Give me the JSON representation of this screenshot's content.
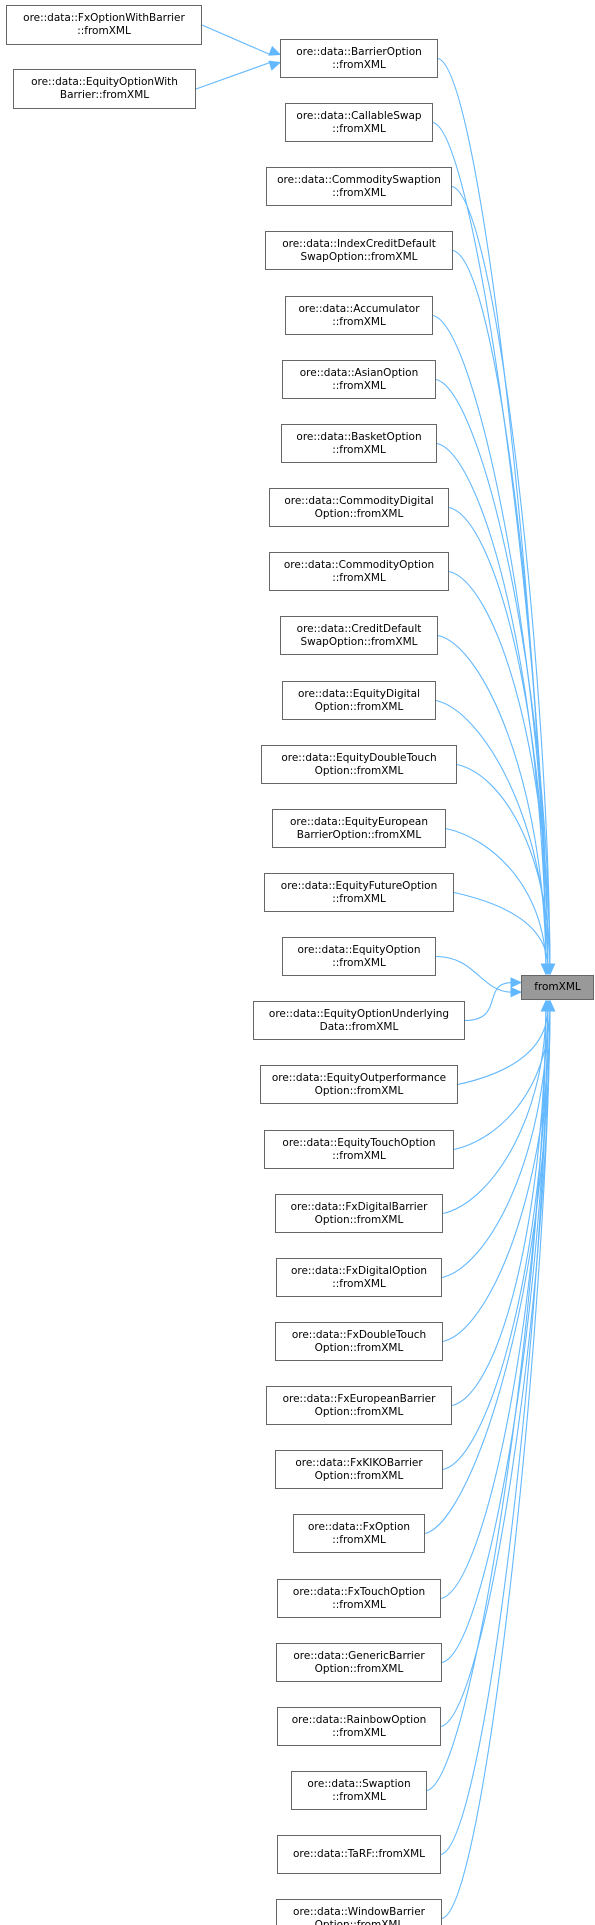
{
  "colors": {
    "edge": "#63b8ff",
    "node_border": "#666666",
    "node_fill": "#ffffff",
    "root_fill": "#999999"
  },
  "root": {
    "lines": [
      "fromXML"
    ]
  },
  "level2": [
    {
      "id": "fxoptwithbarrier",
      "lines": [
        "ore::data::FxOptionWithBarrier",
        "::fromXML"
      ]
    },
    {
      "id": "eqoptwithbarrier",
      "lines": [
        "ore::data::EquityOptionWith",
        "Barrier::fromXML"
      ]
    }
  ],
  "callers": [
    {
      "id": "barrieroption",
      "lines": [
        "ore::data::BarrierOption",
        "::fromXML"
      ]
    },
    {
      "id": "callableswap",
      "lines": [
        "ore::data::CallableSwap",
        "::fromXML"
      ]
    },
    {
      "id": "commodityswaption",
      "lines": [
        "ore::data::CommoditySwaption",
        "::fromXML"
      ]
    },
    {
      "id": "indexcreditdefaultswapoption",
      "lines": [
        "ore::data::IndexCreditDefault",
        "SwapOption::fromXML"
      ]
    },
    {
      "id": "accumulator",
      "lines": [
        "ore::data::Accumulator",
        "::fromXML"
      ]
    },
    {
      "id": "asianoption",
      "lines": [
        "ore::data::AsianOption",
        "::fromXML"
      ]
    },
    {
      "id": "basketoption",
      "lines": [
        "ore::data::BasketOption",
        "::fromXML"
      ]
    },
    {
      "id": "commoditydigitaloption",
      "lines": [
        "ore::data::CommodityDigital",
        "Option::fromXML"
      ]
    },
    {
      "id": "commodityoption",
      "lines": [
        "ore::data::CommodityOption",
        "::fromXML"
      ]
    },
    {
      "id": "creditdefaultswapoption",
      "lines": [
        "ore::data::CreditDefault",
        "SwapOption::fromXML"
      ]
    },
    {
      "id": "equitydigitaloption",
      "lines": [
        "ore::data::EquityDigital",
        "Option::fromXML"
      ]
    },
    {
      "id": "equitydoubletouchoption",
      "lines": [
        "ore::data::EquityDoubleTouch",
        "Option::fromXML"
      ]
    },
    {
      "id": "equityeuropeanbarrieroption",
      "lines": [
        "ore::data::EquityEuropean",
        "BarrierOption::fromXML"
      ]
    },
    {
      "id": "equityfutureoption",
      "lines": [
        "ore::data::EquityFutureOption",
        "::fromXML"
      ]
    },
    {
      "id": "equityoption",
      "lines": [
        "ore::data::EquityOption",
        "::fromXML"
      ]
    },
    {
      "id": "equityoptionunderlyingdata",
      "lines": [
        "ore::data::EquityOptionUnderlying",
        "Data::fromXML"
      ]
    },
    {
      "id": "equityoutperformanceoption",
      "lines": [
        "ore::data::EquityOutperformance",
        "Option::fromXML"
      ]
    },
    {
      "id": "equitytouchoption",
      "lines": [
        "ore::data::EquityTouchOption",
        "::fromXML"
      ]
    },
    {
      "id": "fxdigitalbarrieroption",
      "lines": [
        "ore::data::FxDigitalBarrier",
        "Option::fromXML"
      ]
    },
    {
      "id": "fxdigitaloption",
      "lines": [
        "ore::data::FxDigitalOption",
        "::fromXML"
      ]
    },
    {
      "id": "fxdoubletouchoption",
      "lines": [
        "ore::data::FxDoubleTouch",
        "Option::fromXML"
      ]
    },
    {
      "id": "fxeuropeanbarrieroption",
      "lines": [
        "ore::data::FxEuropeanBarrier",
        "Option::fromXML"
      ]
    },
    {
      "id": "fxkikobarrieroption",
      "lines": [
        "ore::data::FxKIKOBarrier",
        "Option::fromXML"
      ]
    },
    {
      "id": "fxoption",
      "lines": [
        "ore::data::FxOption",
        "::fromXML"
      ]
    },
    {
      "id": "fxtouchoption",
      "lines": [
        "ore::data::FxTouchOption",
        "::fromXML"
      ]
    },
    {
      "id": "genericbarrieroption",
      "lines": [
        "ore::data::GenericBarrier",
        "Option::fromXML"
      ]
    },
    {
      "id": "rainbowoption",
      "lines": [
        "ore::data::RainbowOption",
        "::fromXML"
      ]
    },
    {
      "id": "swaption",
      "lines": [
        "ore::data::Swaption",
        "::fromXML"
      ]
    },
    {
      "id": "tarf",
      "lines": [
        "ore::data::TaRF::fromXML"
      ]
    },
    {
      "id": "windowbarrieroption",
      "lines": [
        "ore::data::WindowBarrier",
        "Option::fromXML"
      ]
    }
  ]
}
